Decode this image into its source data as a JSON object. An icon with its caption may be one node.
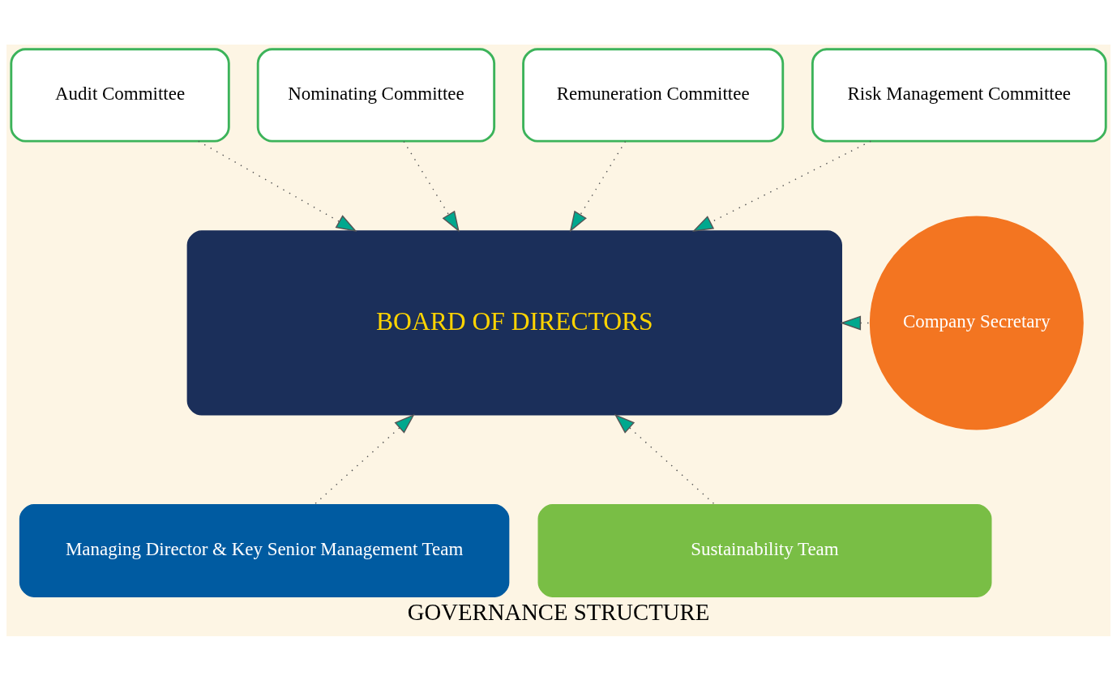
{
  "diagram": {
    "title": "GOVERNANCE STRUCTURE",
    "nodes": [
      {
        "text": [
          "Audit Committee"
        ]
      },
      {
        "text": [
          "Nominating Committee"
        ]
      },
      {
        "text": [
          "Remuneration Committee"
        ]
      },
      {
        "text": [
          "Risk Management Committee"
        ]
      },
      {
        "text": [
          "BOARD OF DIRECTORS"
        ]
      },
      {
        "text": [
          "Company Secretary"
        ]
      },
      {
        "text": [
          "Managing Director & Key Senior Management Team"
        ]
      },
      {
        "text": [
          "Sustainability Team"
        ]
      }
    ],
    "edges": [
      {
        "from": 0,
        "to": 4,
        "arrow": "to",
        "style": "dashed"
      },
      {
        "from": 1,
        "to": 4,
        "arrow": "to",
        "style": "dashed"
      },
      {
        "from": 2,
        "to": 4,
        "arrow": "to",
        "style": "dashed"
      },
      {
        "from": 3,
        "to": 4,
        "arrow": "to",
        "style": "dashed"
      },
      {
        "from": 5,
        "to": 4,
        "arrow": "to",
        "style": "dashed"
      },
      {
        "from": 6,
        "to": 4,
        "arrow": "to",
        "style": "dashed"
      },
      {
        "from": 7,
        "to": 4,
        "arrow": "to",
        "style": "dashed"
      }
    ]
  }
}
